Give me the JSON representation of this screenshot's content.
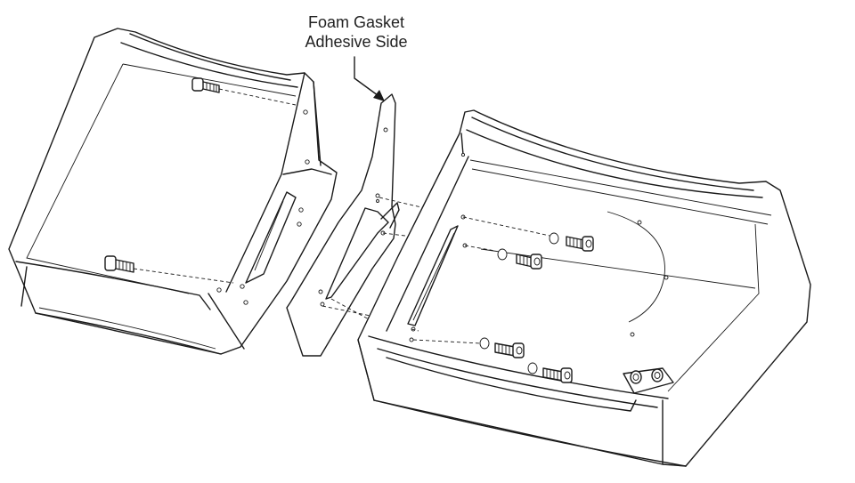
{
  "callout": {
    "line1": "Foam Gasket",
    "line2": "Adhesive Side"
  },
  "parts": {
    "left_enclosure": "left-enclosure-drawing",
    "gasket": "foam-gasket-drawing",
    "right_enclosure": "right-enclosure-drawing"
  }
}
